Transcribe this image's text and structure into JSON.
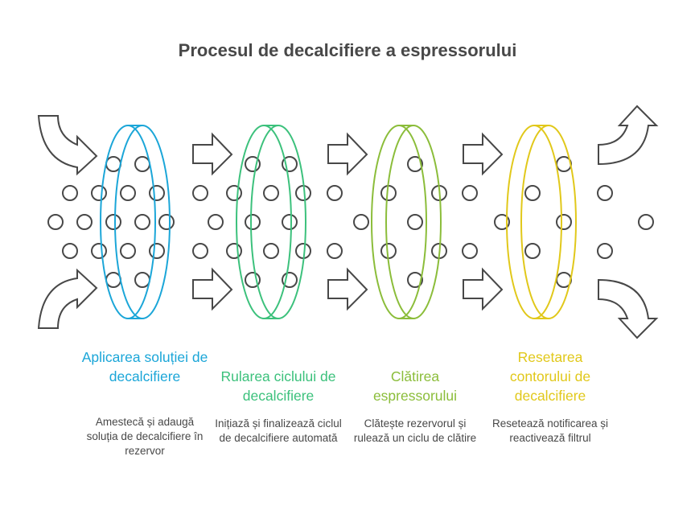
{
  "title": "Procesul de decalcifiere a espressorului",
  "colors": {
    "outline": "#484848",
    "text": "#484848",
    "background": "#ffffff"
  },
  "steps": [
    {
      "title": "Aplicarea soluției de decalcifiere",
      "description": "Amestecă și adaugă soluția de decalcifiere în rezervor",
      "color": "#1ba6d8"
    },
    {
      "title": "Rularea ciclului de decalcifiere",
      "description": "Inițiază și finalizează ciclul de decalcifiere automată",
      "color": "#3cc17c"
    },
    {
      "title": "Clătirea espressorului",
      "description": "Clătește rezervorul și rulează un ciclu de clătire",
      "color": "#8bbd3a"
    },
    {
      "title": "Resetarea contorului de decalcifiere",
      "description": "Resetează notificarea și reactivează filtrul",
      "color": "#e1c81a"
    }
  ],
  "icons": {
    "inflow_arrows": "curved-arrow-in-icon",
    "between_arrows": "right-arrow-icon",
    "outflow_arrows": "curved-arrow-out-icon",
    "filters": "filter-disc-icon",
    "particles": "particle-circle-icon"
  }
}
